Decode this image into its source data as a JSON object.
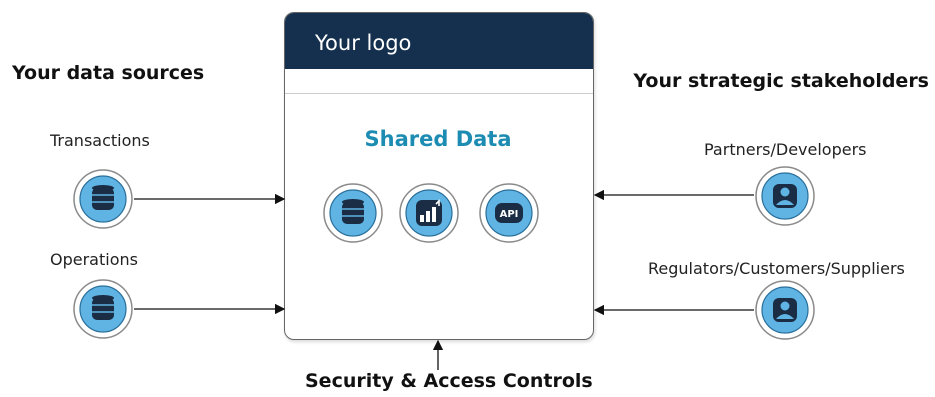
{
  "headings": {
    "sources": "Your data sources",
    "stakeholders": "Your strategic stakeholders",
    "security": "Security & Access Controls"
  },
  "panel": {
    "logo": "Your logo",
    "title": "Shared Data",
    "api_label": "API"
  },
  "sources": [
    {
      "label": "Transactions",
      "icon": "database-icon"
    },
    {
      "label": "Operations",
      "icon": "database-icon"
    }
  ],
  "stakeholders": [
    {
      "label": "Partners/Developers",
      "icon": "person-icon"
    },
    {
      "label": "Regulators/Customers/Suppliers",
      "icon": "person-icon"
    }
  ],
  "shared_icons": [
    "database-icon",
    "chart-icon",
    "api-icon"
  ],
  "colors": {
    "header": "#14304e",
    "accent": "#1d8cb3",
    "icon_fill": "#5fb4e4",
    "icon_dark": "#1a2d45"
  }
}
